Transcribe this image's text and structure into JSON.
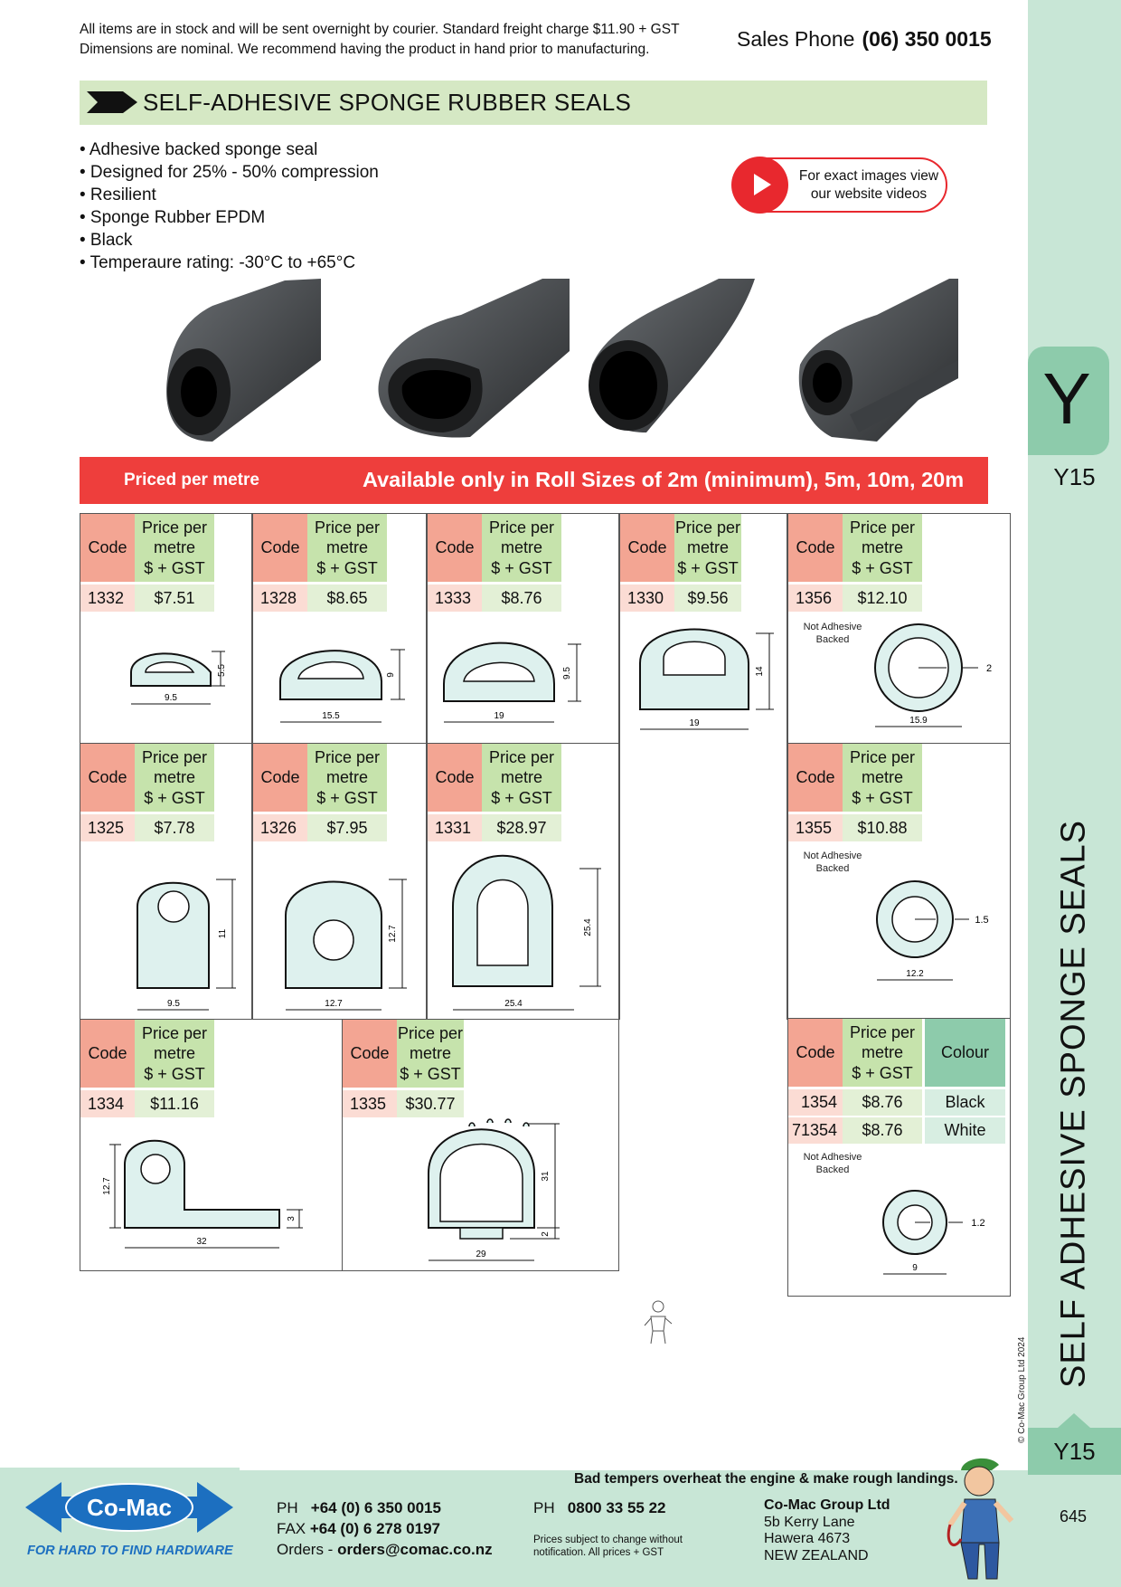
{
  "header": {
    "note_line1": "All items are in stock and will be sent overnight by courier. Standard freight charge $11.90 + GST",
    "note_line2": "Dimensions are nominal. We recommend having the product in hand prior to manufacturing.",
    "sales_label": "Sales Phone",
    "sales_number": "(06) 350 0015"
  },
  "title": "SELF-ADHESIVE SPONGE RUBBER SEALS",
  "bullets": [
    "• Adhesive backed sponge seal",
    "• Designed for 25% - 50% compression",
    "• Resilient",
    "• Sponge Rubber EPDM",
    "• Black",
    "• Temperaure rating: -30°C to +65°C"
  ],
  "video_button": {
    "line1": "For exact images view",
    "line2": "our website videos"
  },
  "banner": {
    "left": "Priced per metre",
    "right": "Available only in Roll Sizes of 2m (minimum), 5m, 10m, 20m"
  },
  "table_headers": {
    "code": "Code",
    "price_1": "Price per",
    "price_2": "metre",
    "price_3": "$ + GST",
    "colour": "Colour"
  },
  "not_adhesive": {
    "line1": "Not Adhesive",
    "line2": "Backed"
  },
  "products": [
    {
      "code": "1332",
      "price": "$7.51",
      "dims": [
        "9.5",
        "5.5"
      ]
    },
    {
      "code": "1328",
      "price": "$8.65",
      "dims": [
        "15.5",
        "9"
      ]
    },
    {
      "code": "1333",
      "price": "$8.76",
      "dims": [
        "19",
        "9.5"
      ]
    },
    {
      "code": "1330",
      "price": "$9.56",
      "dims": [
        "19",
        "14"
      ]
    },
    {
      "code": "1356",
      "price": "$12.10",
      "dims": [
        "15.9",
        "2"
      ]
    },
    {
      "code": "1325",
      "price": "$7.78",
      "dims": [
        "9.5",
        "11"
      ]
    },
    {
      "code": "1326",
      "price": "$7.95",
      "dims": [
        "12.7",
        "12.7"
      ]
    },
    {
      "code": "1331",
      "price": "$28.97",
      "dims": [
        "25.4",
        "25.4"
      ]
    },
    {
      "code": "1355",
      "price": "$10.88",
      "dims": [
        "12.2",
        "1.5"
      ]
    },
    {
      "code": "1334",
      "price": "$11.16",
      "dims": [
        "32",
        "12.7",
        "3"
      ]
    },
    {
      "code": "1335",
      "price": "$30.77",
      "dims": [
        "29",
        "31",
        "2"
      ]
    }
  ],
  "colour_product": {
    "rows": [
      {
        "code": "1354",
        "price": "$8.76",
        "colour": "Black"
      },
      {
        "code": "71354",
        "price": "$8.76",
        "colour": "White"
      }
    ],
    "dims": [
      "9",
      "1.2"
    ]
  },
  "sidebar": {
    "letter": "Y",
    "page_code": "Y15",
    "vertical_title": "SELF ADHESIVE SPONGE SEALS",
    "copyright": "© Co-Mac Group Ltd 2024"
  },
  "footer": {
    "tagline": "Bad tempers overheat the engine & make rough landings.",
    "logo_text": "Co-Mac",
    "logo_slogan": "FOR HARD TO FIND HARDWARE",
    "ph_label": "PH",
    "ph": "+64 (0) 6 350 0015",
    "fax_label": "FAX",
    "fax": "+64 (0) 6 278 0197",
    "orders_label": "Orders - ",
    "orders": "orders@comac.co.nz",
    "ph2_label": "PH",
    "ph2": "0800 33 55 22",
    "disclaimer_1": "Prices subject to change without",
    "disclaimer_2": "notification. All prices + GST",
    "company": "Co-Mac Group Ltd",
    "address_1": "5b Kerry Lane",
    "address_2": "Hawera 4673",
    "address_3": "NEW ZEALAND",
    "page_code": "Y15",
    "page_number": "645"
  },
  "colors": {
    "accent_red": "#ee3e3c",
    "green_light": "#c8e6d6",
    "green_tab": "#8dcbab",
    "title_bg": "#d5e8c4"
  }
}
